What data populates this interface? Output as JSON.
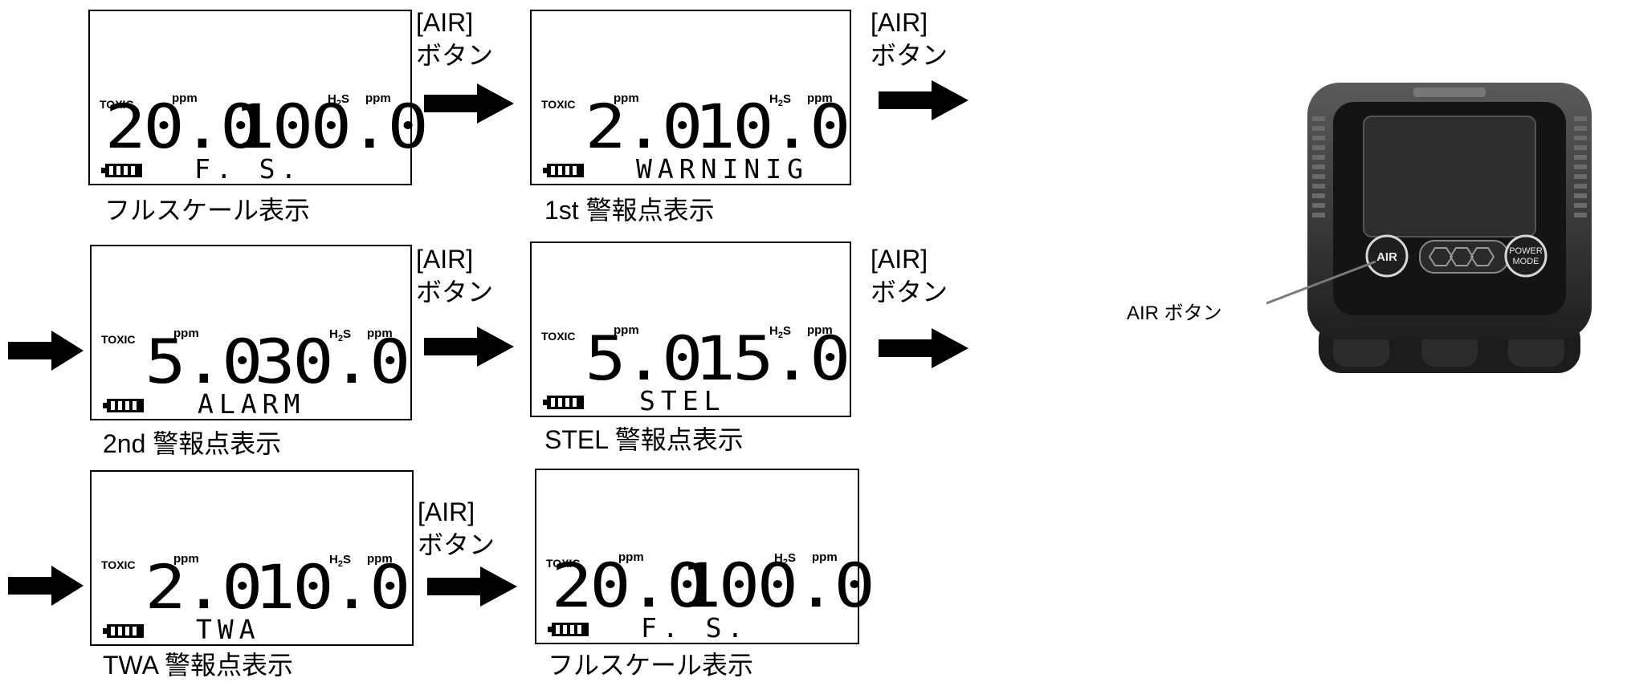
{
  "air_button_text": [
    "[AIR]",
    "ボタン"
  ],
  "panels": [
    {
      "toxic": "TOXIC",
      "unit1": "ppm",
      "gas_prefix": "H",
      "gas_sub": "2",
      "gas_suffix": "S",
      "unit2": "ppm",
      "value1": "20.0",
      "value2": "100.0",
      "message": "F. S.",
      "caption": "フルスケール表示"
    },
    {
      "toxic": "TOXIC",
      "unit1": "ppm",
      "gas_prefix": "H",
      "gas_sub": "2",
      "gas_suffix": "S",
      "unit2": "ppm",
      "value1": "2.0",
      "value2": "10.0",
      "message": "WARNINIG",
      "caption": "1st 警報点表示"
    },
    {
      "toxic": "TOXIC",
      "unit1": "ppm",
      "gas_prefix": "H",
      "gas_sub": "2",
      "gas_suffix": "S",
      "unit2": "ppm",
      "value1": "5.0",
      "value2": "30.0",
      "message": "ALARM",
      "caption": "2nd 警報点表示"
    },
    {
      "toxic": "TOXIC",
      "unit1": "ppm",
      "gas_prefix": "H",
      "gas_sub": "2",
      "gas_suffix": "S",
      "unit2": "ppm",
      "value1": "5.0",
      "value2": "15.0",
      "message": "STEL",
      "caption": "STEL 警報点表示"
    },
    {
      "toxic": "TOXIC",
      "unit1": "ppm",
      "gas_prefix": "H",
      "gas_sub": "2",
      "gas_suffix": "S",
      "unit2": "ppm",
      "value1": "2.0",
      "value2": "10.0",
      "message": "TWA",
      "caption": "TWA 警報点表示"
    },
    {
      "toxic": "TOXIC",
      "unit1": "ppm",
      "gas_prefix": "H",
      "gas_sub": "2",
      "gas_suffix": "S",
      "unit2": "ppm",
      "value1": "20.0",
      "value2": "100.0",
      "message": "F. S.",
      "caption": "フルスケール表示"
    }
  ],
  "device": {
    "air_label": "AIR",
    "power_label_1": "POWER",
    "power_label_2": "MODE",
    "callout": "AIR ボタン"
  },
  "colors": {
    "line": "#000000",
    "device_body": "#3a3a3a",
    "device_screen": "#2e2e2e",
    "callout_line": "#7a7a7a"
  }
}
